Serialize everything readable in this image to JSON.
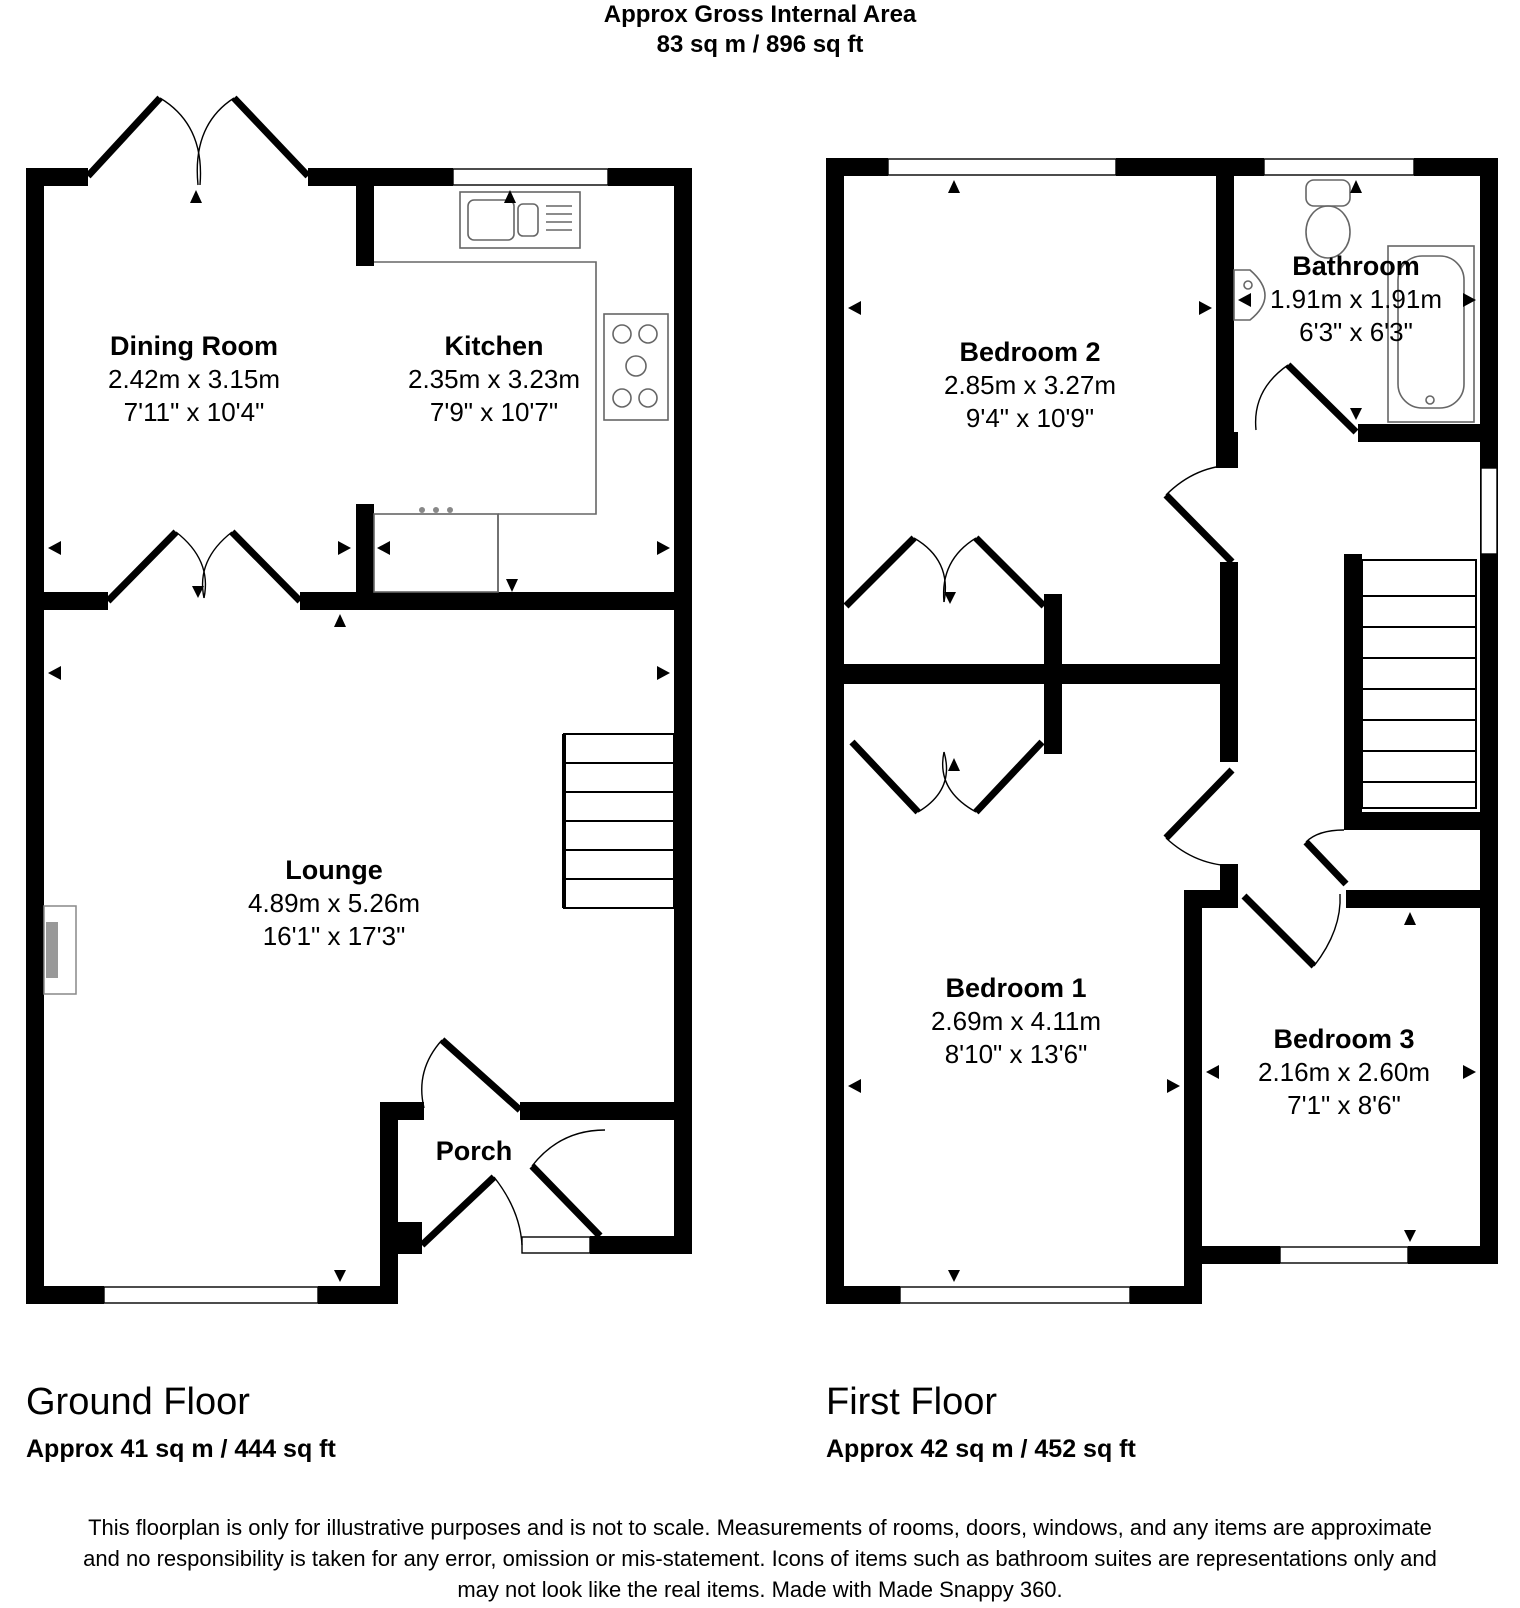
{
  "header": {
    "title": "Approx Gross Internal Area",
    "area": "83 sq m / 896 sq ft"
  },
  "floors": {
    "ground": {
      "name": "Ground Floor",
      "area": "Approx 41 sq m / 444 sq ft",
      "rooms": {
        "dining": {
          "name": "Dining Room",
          "metric": "2.42m x 3.15m",
          "imperial": "7'11\" x 10'4\""
        },
        "kitchen": {
          "name": "Kitchen",
          "metric": "2.35m x 3.23m",
          "imperial": "7'9\" x 10'7\""
        },
        "lounge": {
          "name": "Lounge",
          "metric": "4.89m x 5.26m",
          "imperial": "16'1\" x 17'3\""
        },
        "porch": {
          "name": "Porch"
        }
      }
    },
    "first": {
      "name": "First Floor",
      "area": "Approx 42 sq m / 452 sq ft",
      "rooms": {
        "bedroom2": {
          "name": "Bedroom 2",
          "metric": "2.85m x 3.27m",
          "imperial": "9'4\" x 10'9\""
        },
        "bathroom": {
          "name": "Bathroom",
          "metric": "1.91m x 1.91m",
          "imperial": "6'3\" x 6'3\""
        },
        "bedroom1": {
          "name": "Bedroom 1",
          "metric": "2.69m x 4.11m",
          "imperial": "8'10\" x 13'6\""
        },
        "bedroom3": {
          "name": "Bedroom 3",
          "metric": "2.16m x 2.60m",
          "imperial": "7'1\" x 8'6\""
        }
      }
    }
  },
  "disclaimer": {
    "line1": "This floorplan is only for illustrative purposes and is not to scale. Measurements of rooms, doors, windows, and any items are approximate",
    "line2": "and no responsibility is taken for any error, omission or mis-statement. Icons of items such as bathroom suites are representations only and",
    "line3": "may not look like the real items. Made with Made Snappy 360."
  }
}
